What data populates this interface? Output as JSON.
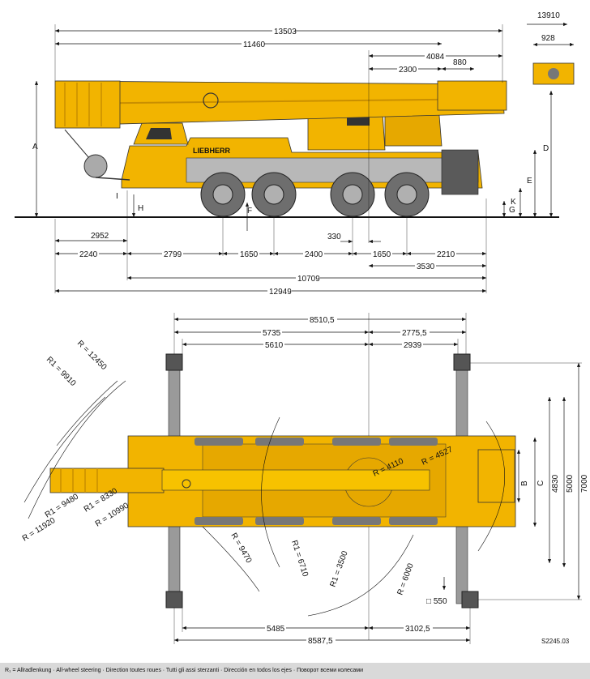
{
  "side_view": {
    "dims_top": {
      "overall_length_boom": "13503",
      "boom_length": "11460",
      "rear_overhang_a": "4084",
      "rear_overhang_b": "2300",
      "counterweight": "880",
      "hook_width_total": "13910",
      "hook_width": "928"
    },
    "dims_bottom": {
      "front_to_axle": "2952",
      "front_overhang": "2240",
      "axle_1_2": "2799",
      "axle_2_3": "1650",
      "axle_3_4": "2400",
      "axle_4_5": "1650",
      "axle_offset": "330",
      "rear_axle_to_end": "2210",
      "rear_end": "3530",
      "chassis_length": "10709",
      "overall_length": "12949"
    },
    "letters": {
      "A": "A",
      "D": "D",
      "E": "E",
      "F": "F",
      "G": "G",
      "H": "H",
      "I": "I",
      "K": "K"
    },
    "brand": "LIEBHERR"
  },
  "top_view": {
    "dims_top": {
      "outrigger_span_total": "8510,5",
      "front_to_center": "5735",
      "center_to_rear": "2775,5",
      "front_to_center_inner": "5610",
      "center_to_rear_inner": "2939"
    },
    "dims_bottom": {
      "pad_front_to_center": "5485",
      "pad_center_to_rear": "3102,5",
      "pad_span_total": "8587,5"
    },
    "dims_right": {
      "width_b": "B",
      "width_c": "C",
      "width_4830": "4830",
      "width_5000": "5000",
      "width_7000": "7000"
    },
    "pad_size": "□ 550",
    "radii": {
      "r_12450": "R = 12450",
      "r1_9910": "R1 = 9910",
      "r1_9480": "R1 = 9480",
      "r_11920": "R = 11920",
      "r1_8330": "R1 = 8330",
      "r_10990": "R = 10990",
      "r_9470": "R = 9470",
      "r1_6710": "R1 = 6710",
      "r1_3500": "R1 = 3500",
      "r_6000": "R = 6000",
      "r_4110": "R = 4110",
      "r_4527": "R = 4527"
    }
  },
  "footer_text": "R₁ = Allradlenkung · All-wheel steering · Direction toutes roues · Tutti gli assi sterzanti · Dirección en todos los ejes · Поворот всеми колесами",
  "drawing_number": "S2245.03",
  "colors": {
    "crane_yellow": "#f2b400",
    "crane_shadow": "#c98f00",
    "tire_gray": "#6e6e6e",
    "steel_gray": "#9a9a9a",
    "ink": "#111111"
  }
}
